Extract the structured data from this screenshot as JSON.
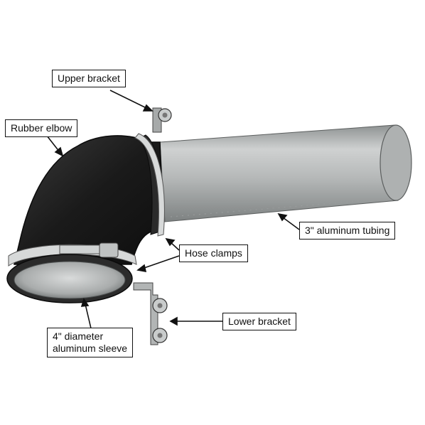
{
  "labels": {
    "upper_bracket": "Upper bracket",
    "rubber_elbow": "Rubber elbow",
    "hose_clamps": "Hose clamps",
    "aluminum_tubing": "3\" aluminum tubing",
    "lower_bracket": "Lower bracket",
    "sleeve_line1": "4\" diameter",
    "sleeve_line2": "aluminum sleeve"
  },
  "colors": {
    "rubber": "#1c1c1c",
    "aluminum": "#b9bcbc",
    "outline": "#111111",
    "background": "#ffffff"
  }
}
